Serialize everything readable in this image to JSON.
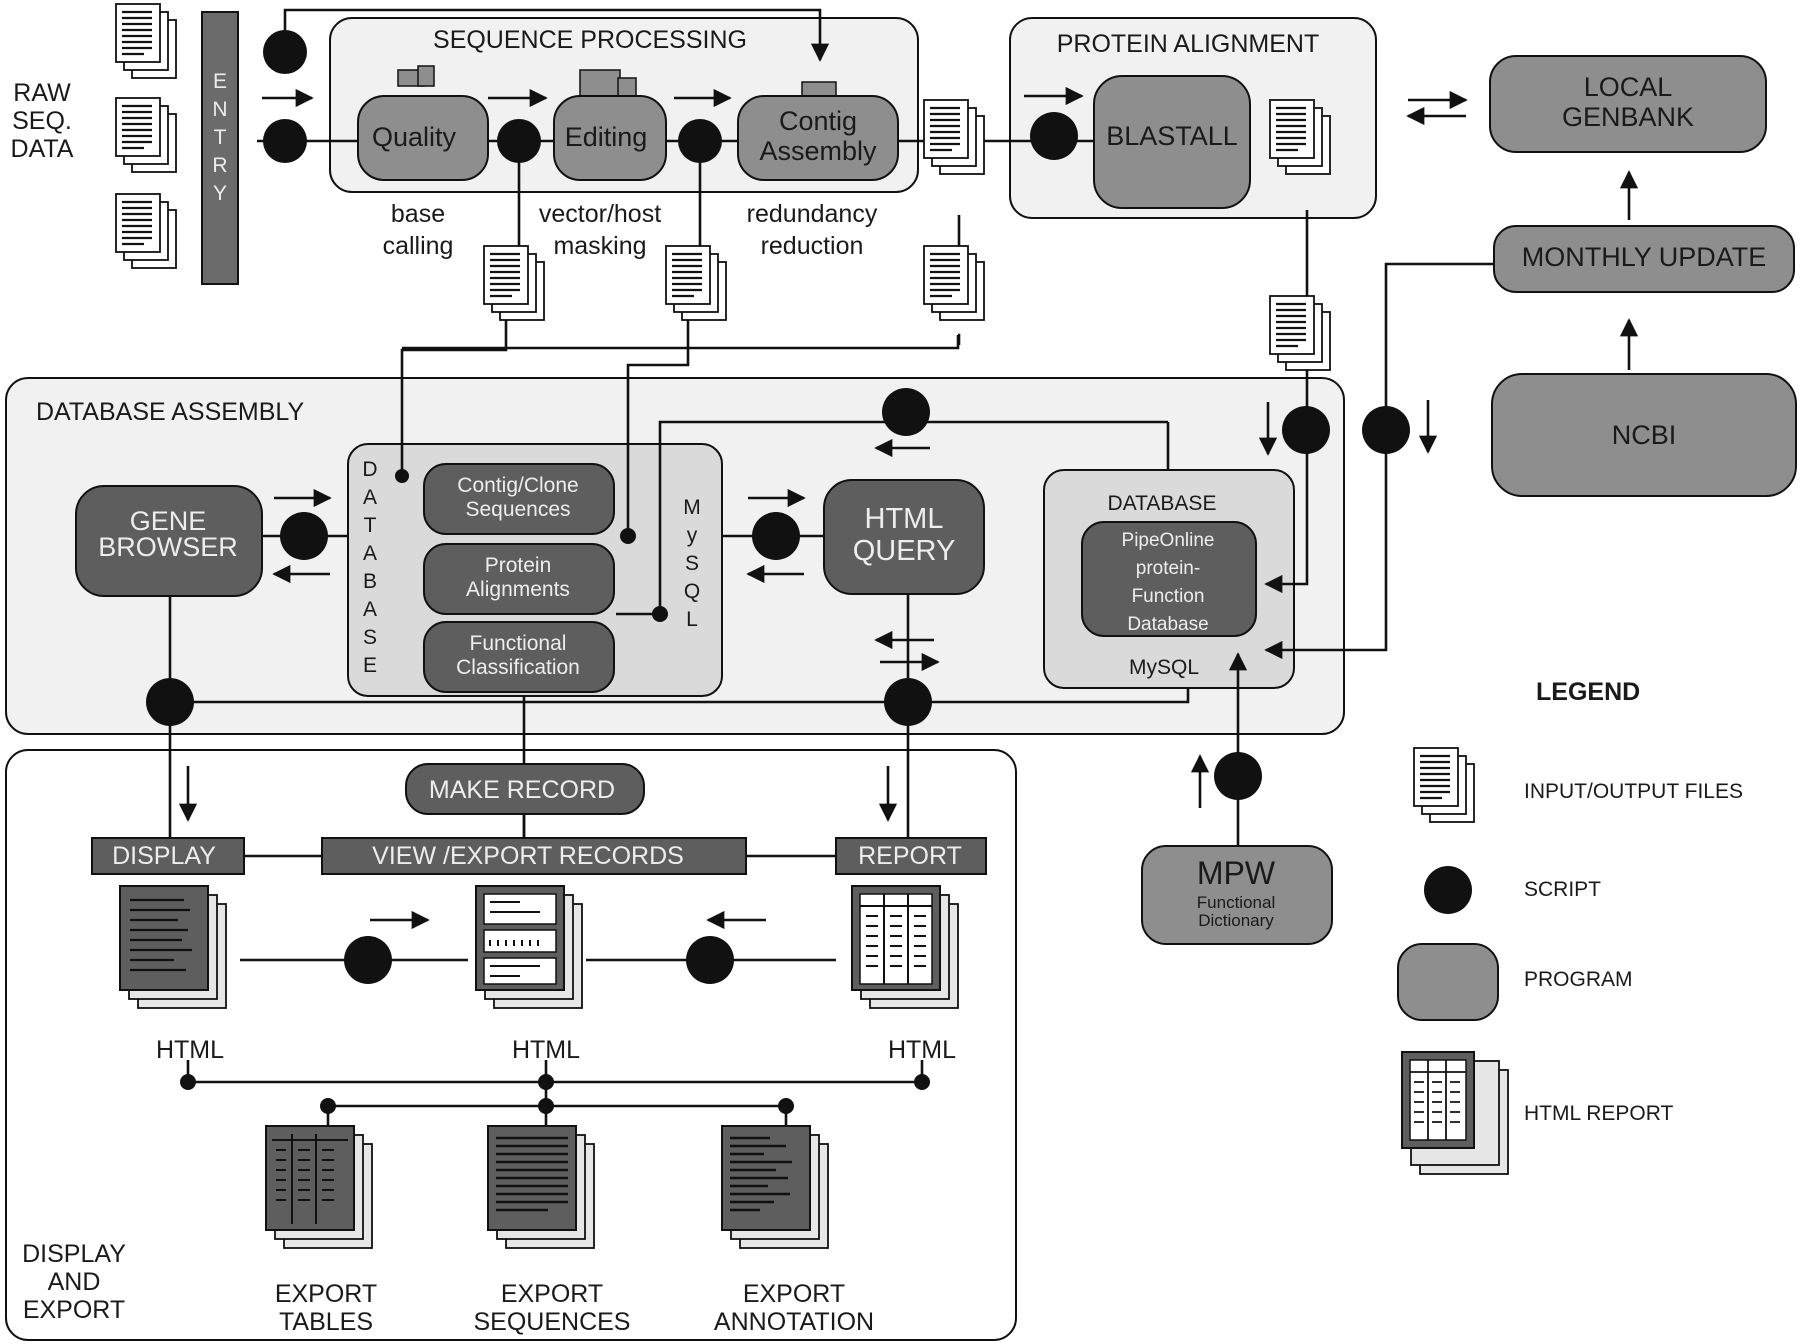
{
  "sections": {
    "sequence_processing": "SEQUENCE PROCESSING",
    "protein_alignment": "PROTEIN ALIGNMENT",
    "database_assembly": "DATABASE ASSEMBLY",
    "display_export": [
      "DISPLAY",
      "AND",
      "EXPORT"
    ]
  },
  "raw_data": [
    "RAW",
    "SEQ.",
    "DATA"
  ],
  "entry": [
    "E",
    "N",
    "T",
    "R",
    "Y"
  ],
  "programs": {
    "quality": "Quality",
    "editing": "Editing",
    "contig_assembly": [
      "Contig",
      "Assembly"
    ],
    "blastall": "BLASTALL",
    "local_genbank": [
      "LOCAL",
      "GENBANK"
    ],
    "monthly_update": "MONTHLY UPDATE",
    "ncbi": "NCBI",
    "gene_browser": [
      "GENE",
      "BROWSER"
    ],
    "html_query": [
      "HTML",
      "QUERY"
    ],
    "contig_clone": [
      "Contig/Clone",
      "Sequences"
    ],
    "protein_alignments": [
      "Protein",
      "Alignments"
    ],
    "functional_classification": [
      "Functional",
      "Classification"
    ],
    "make_record": "MAKE RECORD",
    "mpw_title": "MPW",
    "mpw_sub": [
      "Functional",
      "Dictionary"
    ]
  },
  "step_labels": {
    "base_calling": [
      "base",
      "calling"
    ],
    "vector_masking": [
      "vector/host",
      "masking"
    ],
    "redundancy": [
      "redundancy",
      "reduction"
    ]
  },
  "database": {
    "vertical_left": [
      "D",
      "A",
      "T",
      "A",
      "B",
      "A",
      "S",
      "E"
    ],
    "vertical_right": [
      "M",
      "y",
      "S",
      "Q",
      "L"
    ],
    "right_title": "DATABASE",
    "pipeonline": [
      "PipeOnline",
      "protein-",
      "Function",
      "Database"
    ],
    "mysql": "MySQL"
  },
  "bars": {
    "display": "DISPLAY",
    "view_export": "VIEW /EXPORT RECORDS",
    "report": "REPORT"
  },
  "html_labels": [
    "HTML",
    "HTML",
    "HTML"
  ],
  "exports": {
    "tables": [
      "EXPORT",
      "TABLES"
    ],
    "sequences": [
      "EXPORT",
      "SEQUENCES"
    ],
    "annotation": [
      "EXPORT",
      "ANNOTATION"
    ]
  },
  "legend": {
    "title": "LEGEND",
    "files": "INPUT/OUTPUT FILES",
    "script": "SCRIPT",
    "program": "PROGRAM",
    "html_report": "HTML REPORT"
  },
  "colors": {
    "region_fill": "#f1f1f1",
    "inner_fill": "#dadada",
    "program_fill": "#8e8e8e",
    "dark_program": "#5e5e5e",
    "entry_bar": "#6b6b6b",
    "script": "#111111"
  }
}
